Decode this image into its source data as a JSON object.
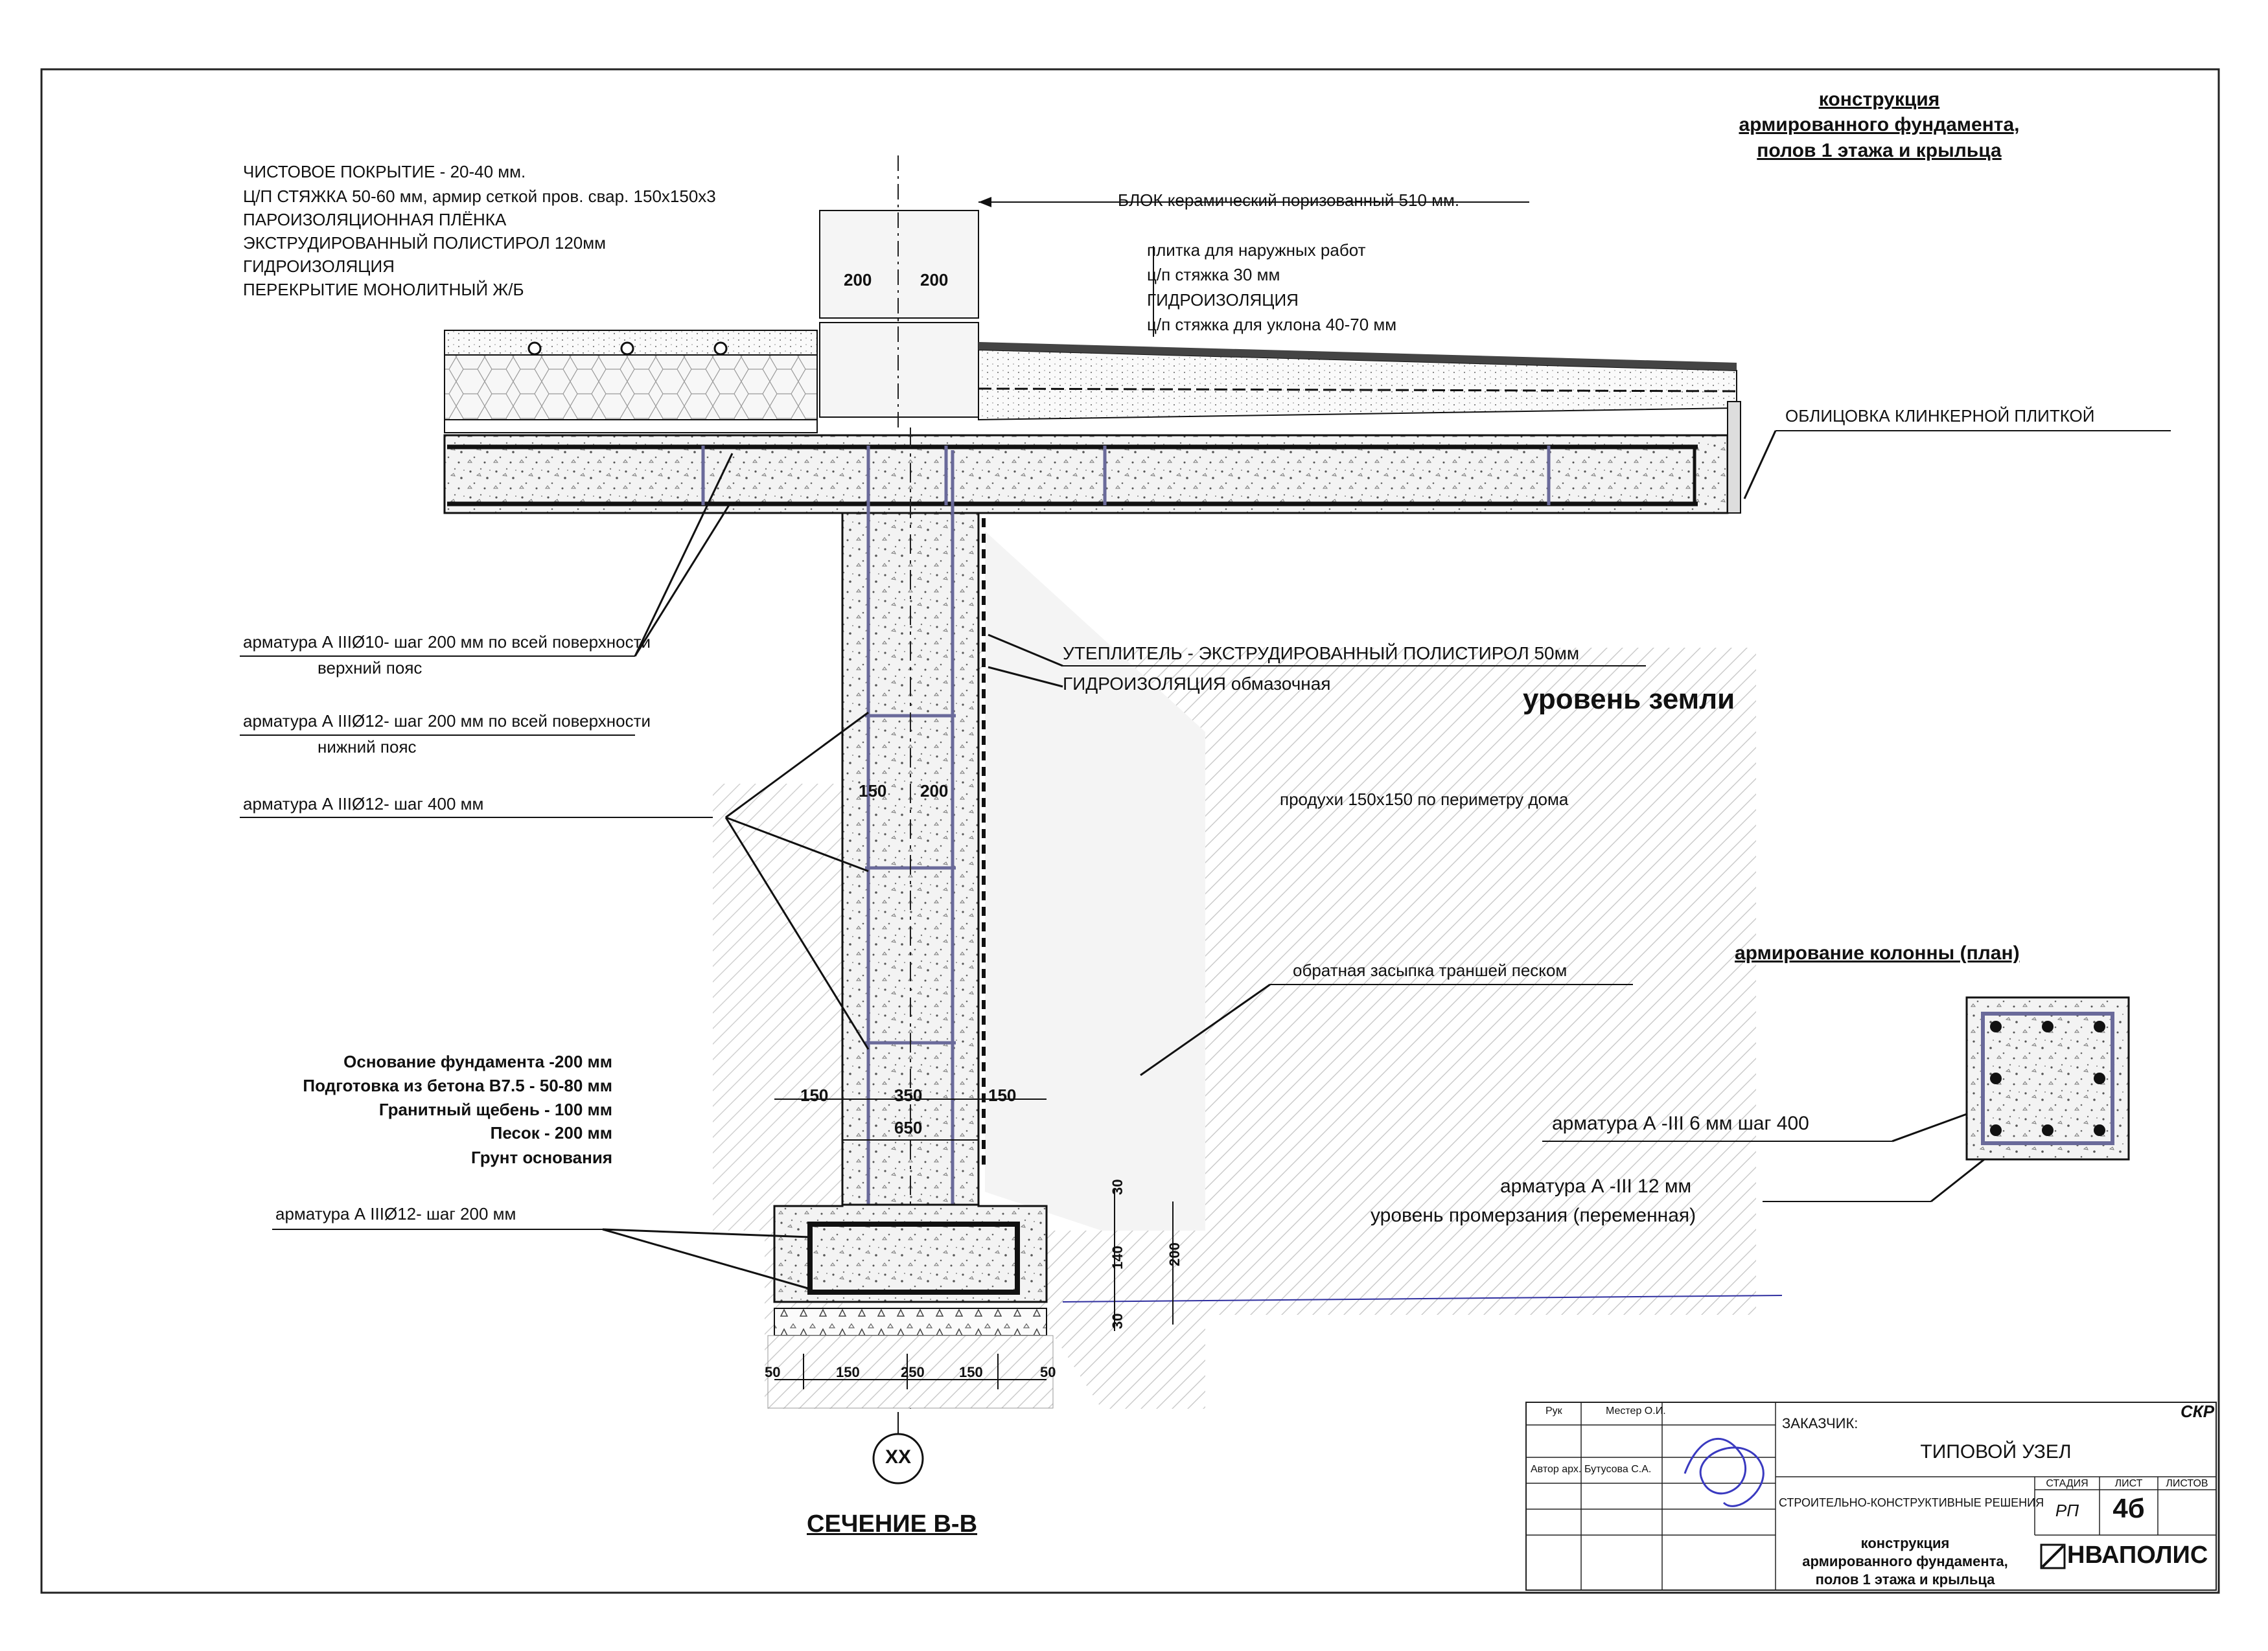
{
  "title": {
    "line1": "конструкция",
    "line2": "армированного фундамента,",
    "line3": "полов 1 этажа и крыльца"
  },
  "floor_layers": [
    "ЧИСТОВОЕ ПОКРЫТИЕ - 20-40 мм.",
    "Ц/П СТЯЖКА 50-60 мм, армир сеткой пров. свар. 150х150х3",
    "ПАРОИЗОЛЯЦИОННАЯ ПЛЁНКА",
    "ЭКСТРУДИРОВАННЫЙ ПОЛИСТИРОЛ 120мм",
    "ГИДРОИЗОЛЯЦИЯ",
    "ПЕРЕКРЫТИЕ МОНОЛИТНЫЙ Ж/Б"
  ],
  "block_label": "БЛОК керамический поризованный 510 мм.",
  "block_dims": [
    "200",
    "200"
  ],
  "porch_layers": [
    "плитка для наружных работ",
    "ц/п стяжка 30 мм",
    "ГИДРОИЗОЛЯЦИЯ",
    "ц/п стяжка для уклона 40-70 мм"
  ],
  "cladding_label": "ОБЛИЦОВКА КЛИНКЕРНОЙ ПЛИТКОЙ",
  "rebar_top": {
    "line1": "арматура   А IIIØ10- шаг 200 мм по всей поверхности",
    "line2": "верхний пояс"
  },
  "rebar_bottom": {
    "line1": "арматура   А IIIØ12- шаг 200 мм по всей поверхности",
    "line2": "нижний пояс"
  },
  "rebar_400": "арматура   А IIIØ12- шаг 400 мм",
  "insulation": "УТЕПЛИТЕЛЬ - ЭКСТРУДИРОВАННЫЙ ПОЛИСТИРОЛ 50мм",
  "waterproofing": "ГИДРОИЗОЛЯЦИЯ обмазочная",
  "ground_level": "уровень земли",
  "vents": "продухи 150х150 по периметру дома",
  "column_dims": [
    "150",
    "200"
  ],
  "backfill": "обратная засыпка траншей песком",
  "column_plan_title": "армирование колонны (план)",
  "base_layers": [
    "Основание фундамента -200 мм",
    "Подготовка из бетона В7.5 - 50-80 мм",
    "Гранитный щебень - 100 мм",
    "Песок  - 200 мм",
    "Грунт основания"
  ],
  "footing_dims": {
    "left": "150",
    "mid": "350",
    "right": "150",
    "total": "650"
  },
  "rebar_footing": "арматура   А IIIØ12- шаг 200 мм",
  "rebar_plan_6": "арматура   А -III  6 мм шаг 400",
  "rebar_plan_12": "арматура   А -III  12 мм",
  "frost_level": "уровень промерзания (переменная)",
  "vertical_dims": [
    "30",
    "140",
    "30",
    "200"
  ],
  "bottom_dims": [
    "50",
    "150",
    "250",
    "150",
    "50"
  ],
  "axis_label": "ХХ",
  "section_title": "СЕЧЕНИЕ В-В",
  "stamp": {
    "code": "СКР",
    "customer": "ЗАКАЗЧИК:",
    "role1": "Рук",
    "name1": "Местер О.И.",
    "role2": "Автор арх.",
    "name2": "Бутусова С.А.",
    "node": "ТИПОВОЙ УЗЕЛ",
    "section": "СТРОИТЕЛЬНО-КОНСТРУКТИВНЫЕ РЕШЕНИЯ",
    "col_stage": "СТАДИЯ",
    "col_sheet": "ЛИСТ",
    "col_sheets": "ЛИСТОВ",
    "stage": "РП",
    "sheet": "4б",
    "desc1": "конструкция",
    "desc2": "армированного фундамента,",
    "desc3": "полов 1 этажа и крыльца",
    "company": "НВАПОЛИС"
  }
}
